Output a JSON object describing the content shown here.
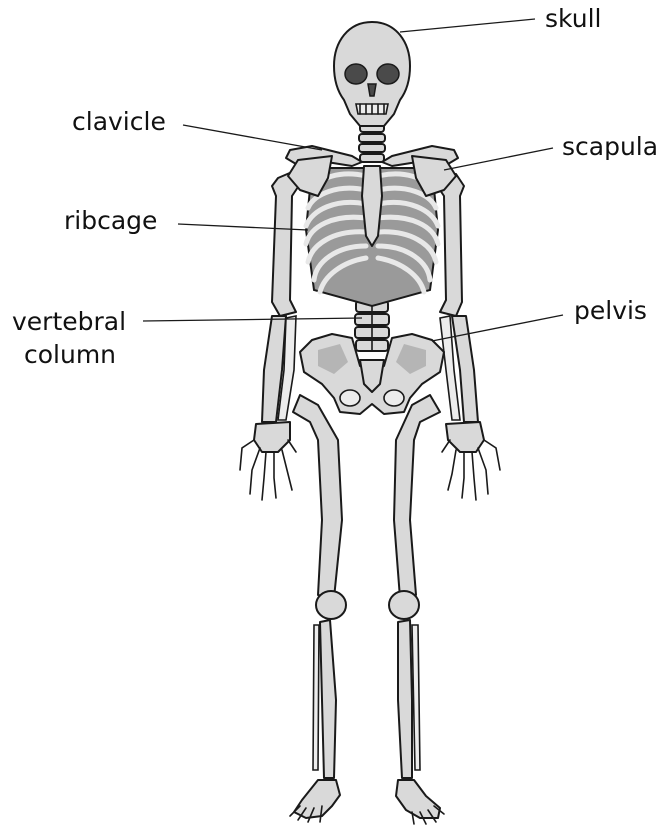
{
  "labels": {
    "skull": "skull",
    "clavicle": "clavicle",
    "scapula": "scapula",
    "ribcage": "ribcage",
    "vertebral_line1": "vertebral",
    "vertebral_line2": "column",
    "pelvis": "pelvis"
  },
  "colors": {
    "bone": "#d9d9d9",
    "bone_shade": "#9a9a9a",
    "outline": "#1a1a1a"
  }
}
